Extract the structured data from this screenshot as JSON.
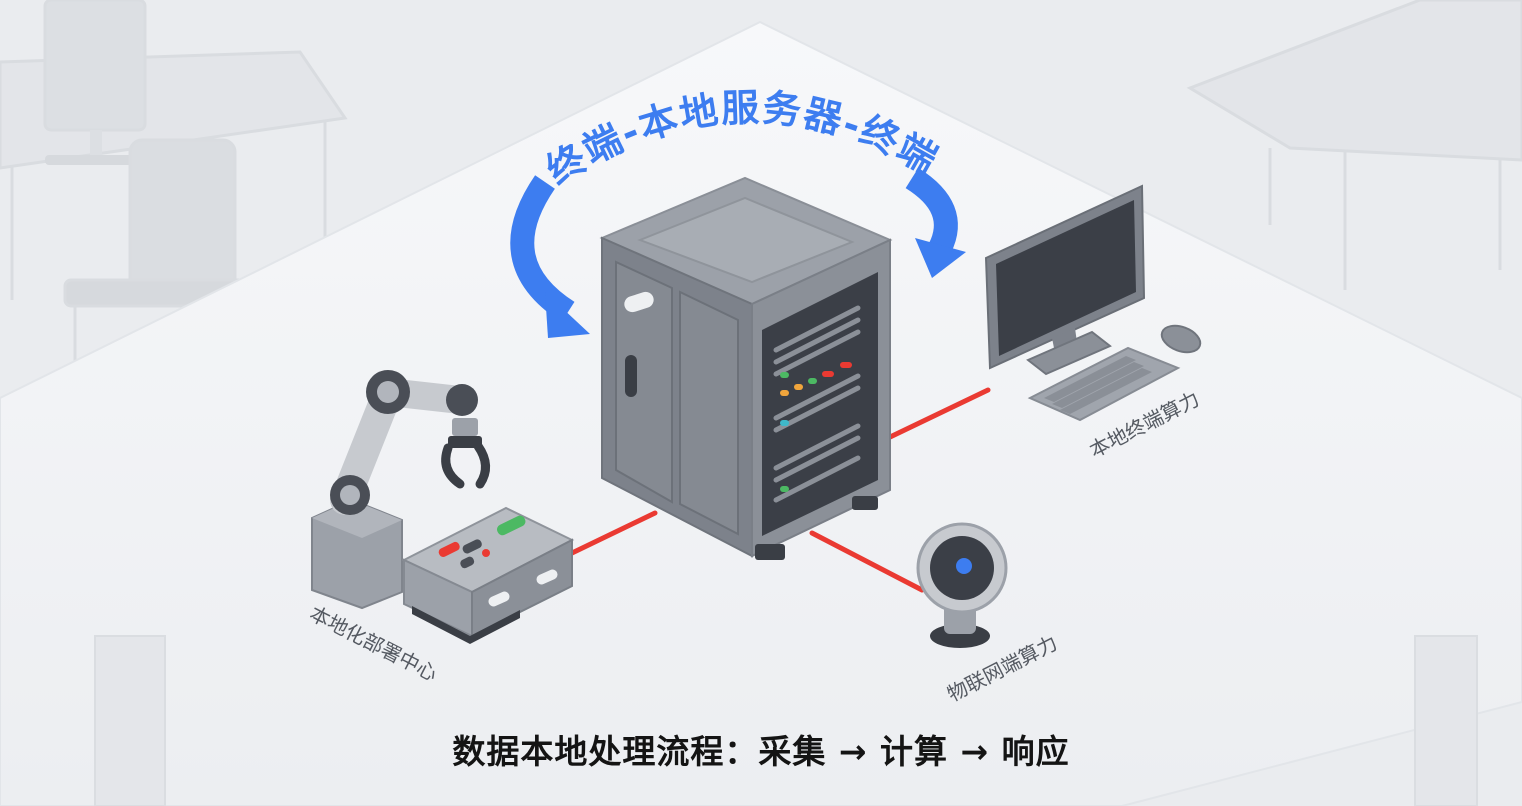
{
  "diagram": {
    "flow_title": "终端-本地服务器-终端",
    "nodes": {
      "local_deployment_center": "本地化部署中心",
      "local_terminal_compute": "本地终端算力",
      "iot_terminal_compute": "物联网端算力"
    },
    "caption": "数据本地处理流程：采集 → 计算 → 响应"
  },
  "colors": {
    "accent_blue": "#3d7df0",
    "link_red": "#ea3a32",
    "server_gray": "#7d828b",
    "background": "#eef0f3"
  },
  "icons": [
    "server-rack-icon",
    "desktop-monitor-icon",
    "keyboard-icon",
    "mouse-icon",
    "robot-arm-icon",
    "control-box-icon",
    "webcam-icon",
    "curved-arrow-icon"
  ]
}
